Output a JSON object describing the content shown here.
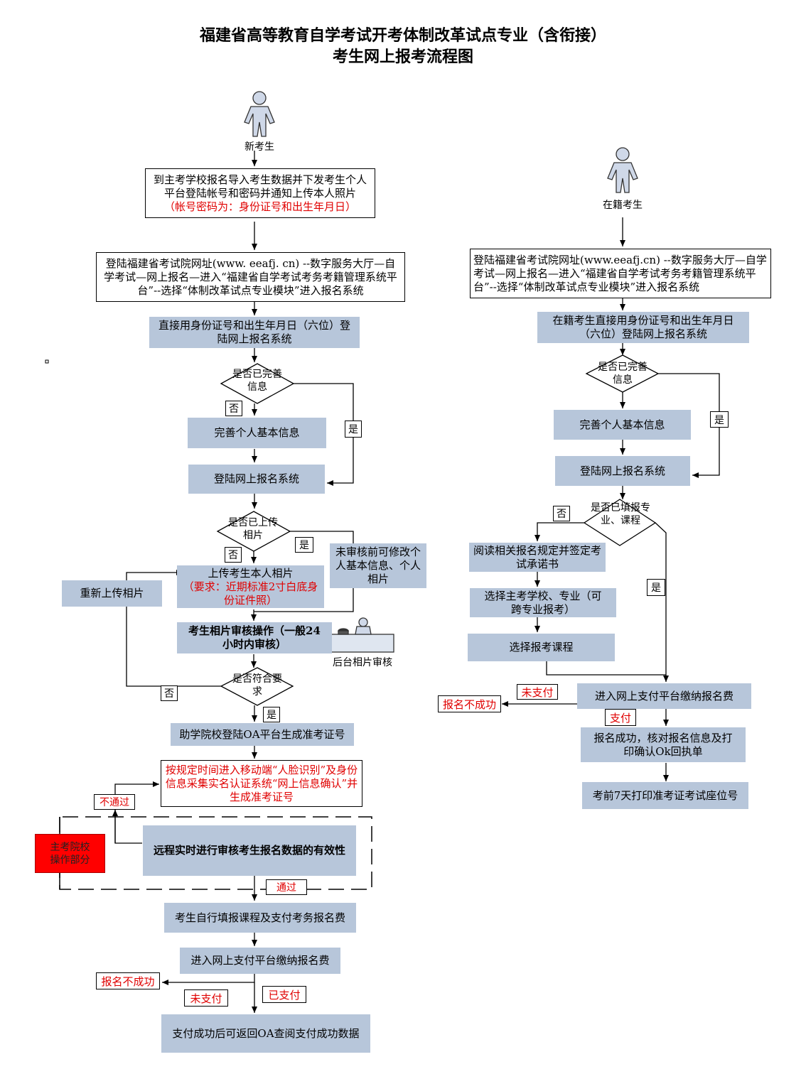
{
  "title_line1": "福建省高等教育自学考试开考体制改革试点专业（含衔接）",
  "title_line2": "考生网上报考流程图",
  "left": {
    "actor": "新考生",
    "step1_a": "到主考学校报名导入考生数据并下发考生个人平台登陆帐号和密码并通知上传本人照片",
    "step1_b": "（帐号密码为：身份证号和出生年月日）",
    "step2": "登陆福建省考试院网址(www. eeafj. cn) --数字服务大厅—自学考试—网上报名—进入“福建省自学考试考务考籍管理系统平台”--选择“体制改革试点专业模块”进入报名系统",
    "step3": "直接用身份证号和出生年月日（六位）登陆网上报名系统",
    "decision1": "是否已完善信息",
    "no1": "否",
    "yes1": "是",
    "step4": "完善个人基本信息",
    "step5": "登陆网上报名系统",
    "decision2": "是否已上传相片",
    "no2": "否",
    "yes2": "是",
    "step6_a": "上传考生本人相片",
    "step6_b": "（要求：近期标准2寸白底身份证件照）",
    "modify_note": "未审核前可修改个人基本信息、个人相片",
    "reupload": "重新上传相片",
    "step7": "考生相片审核操作（一般24小时内审核）",
    "backend": "后台相片审核",
    "decision3": "是否符合要求",
    "no3": "否",
    "yes3": "是",
    "step8": "助学院校登陆OA平台生成准考证号",
    "step9": "按规定时间进入移动端“人脸识别”及身份信息采集实名认证系统“网上信息确认”并生成准考证号",
    "fail_tag": "不通过",
    "school_part": "主考院校操作部分",
    "step10": "远程实时进行审核考生报名数据的有效性",
    "pass_tag": "通过",
    "step11": "考生自行填报课程及支付考务报名费",
    "step12": "进入网上支付平台缴纳报名费",
    "fail_result": "报名不成功",
    "unpaid": "未支付",
    "paid": "已支付",
    "step13": "支付成功后可返回OA查阅支付成功数据"
  },
  "right": {
    "actor": "在籍考生",
    "step1": "登陆福建省考试院网址(www.eeafj.cn) --数字服务大厅—自学考试—网上报名—进入“福建省自学考试考务考籍管理系统平台”--选择“体制改革试点专业模块”进入报名系统",
    "step2": "在籍考生直接用身份证号和出生年月日（六位）登陆网上报名系统",
    "decision1": "是否已完善信息",
    "yes1": "是",
    "step3": "完善个人基本信息",
    "step4": "登陆网上报名系统",
    "decision2": "是否已填报专业、课程",
    "no2": "否",
    "yes2": "是",
    "step5": "阅读相关报名规定并签定考试承诺书",
    "step6": "选择主考学校、专业（可跨专业报考）",
    "step7": "选择报考课程",
    "step8": "进入网上支付平台缴纳报名费",
    "unpaid": "未支付",
    "fail_result": "报名不成功",
    "paid": "支付",
    "step9": "报名成功，核对报名信息及打印确认Ok回执单",
    "step10": "考前7天打印准考证考试座位号"
  },
  "colors": {
    "node_fill": "#b7c6da",
    "alert_text": "#e00000",
    "alert_fill": "#ff0000"
  }
}
